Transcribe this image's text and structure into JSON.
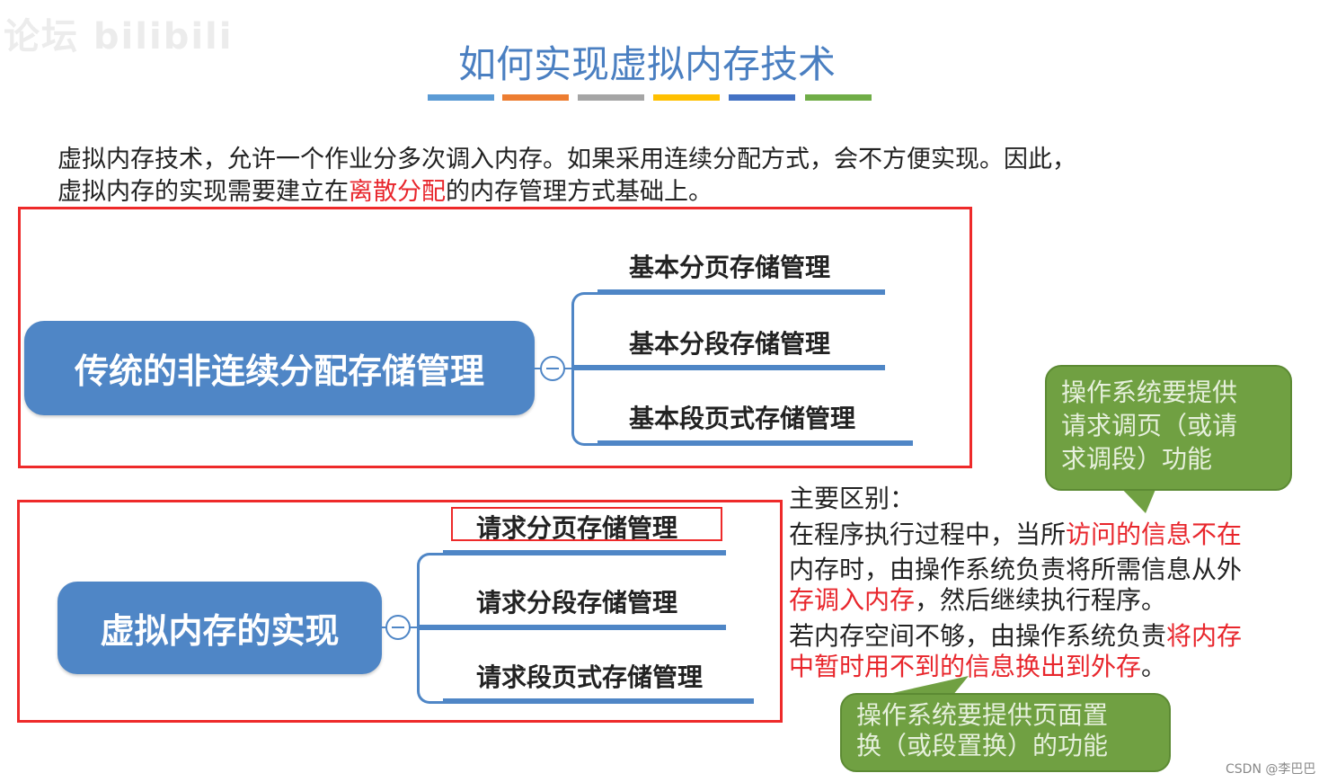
{
  "watermark": "论坛 bilibili",
  "title": "如何实现虚拟内存技术",
  "accent_bars": [
    "#5b9bd5",
    "#ed7d31",
    "#a5a5a5",
    "#ffc000",
    "#4472c4",
    "#70ad47"
  ],
  "intro": {
    "line1": "虚拟内存技术，允许一个作业分多次调入内存。如果采用连续分配方式，会不方便实现。因此，",
    "line2_a": "虚拟内存的实现需要建立在",
    "line2_red": "离散分配",
    "line2_b": "的内存管理方式基础上。"
  },
  "traditional": {
    "title": "传统的非连续分配存储管理",
    "items": [
      "基本分页存储管理",
      "基本分段存储管理",
      "基本段页式存储管理"
    ]
  },
  "virtual": {
    "title": "虚拟内存的实现",
    "items": [
      "请求分页存储管理",
      "请求分段存储管理",
      "请求段页式存储管理"
    ]
  },
  "bubble_top": [
    "操作系统要提供",
    "请求调页（或请",
    "求调段）功能"
  ],
  "bubble_bottom": [
    "操作系统要提供页面置",
    "换（或段置换）的功能"
  ],
  "diff": {
    "heading": "主要区别：",
    "l1_a": "在程序执行过程中，当所",
    "l1_red": "访问的信息不在",
    "l2_red": "内存时，由操作系统负责将所需信息从外",
    "l3_red": "存调入内存",
    "l3_b": "，然后继续执行程序。",
    "l4_a": "若内存空间不够，由操作系统负责",
    "l4_red": "将内存",
    "l5_red": "中暂时用不到的信息换出到外存",
    "l5_b": "。"
  },
  "credit": "CSDN @李巴巴"
}
